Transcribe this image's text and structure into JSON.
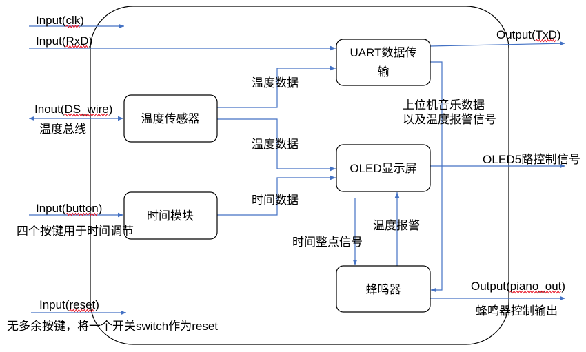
{
  "inputs": {
    "clk": "Input(clk)",
    "rxd": "Input(RxD)",
    "ds_wire": "Inout(DS_wire)",
    "ds_wire_note": "温度总线",
    "button": "Input(button)",
    "button_note": "四个按键用于时间调节",
    "reset": "Input(reset)",
    "reset_note": "无多余按键，将一个开关switch作为reset"
  },
  "outputs": {
    "txd": "Output(TxD)",
    "oled": "OLED5路控制信号",
    "piano": "Output(piano_out)",
    "piano_note": "蜂鸣器控制输出"
  },
  "modules": {
    "uart": [
      "UART数据传",
      "输"
    ],
    "temp_sensor": "温度传感器",
    "oled": "OLED显示屏",
    "time": "时间模块",
    "buzzer": "蜂鸣器"
  },
  "signals": {
    "temp_to_uart": "温度数据",
    "temp_to_oled": "温度数据",
    "time_to_oled": "时间数据",
    "uart_to_buzzer": [
      "上位机音乐数据",
      "以及温度报警信号"
    ],
    "oled_to_buzzer": "时间整点信号",
    "buzzer_to_oled": "温度报警"
  },
  "colors": {
    "arrow": "#4472C4",
    "stroke": "#000000",
    "text": "#000000",
    "spell": "#E81123",
    "bg": "#FFFFFF"
  }
}
